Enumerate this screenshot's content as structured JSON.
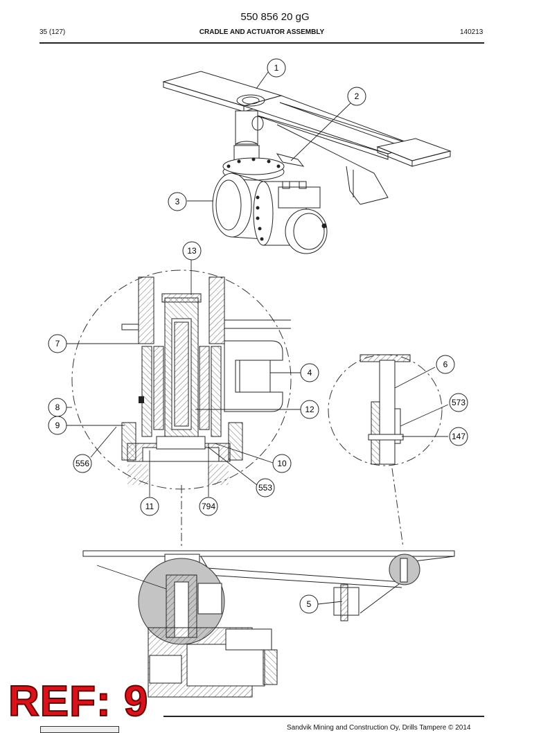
{
  "header": {
    "doc_id": "550 856 20 gG",
    "page": "35 (127)",
    "section": "CRADLE AND ACTUATOR ASSEMBLY",
    "date_code": "140213"
  },
  "footer": {
    "copyright": "Sandvik Mining and Construction Oy, Drills Tampere © 2014"
  },
  "stamp": {
    "label": "REF: 9",
    "color": "#d8131c"
  },
  "callouts": {
    "c1": "1",
    "c2": "2",
    "c3": "3",
    "c4": "4",
    "c5": "5",
    "c6": "6",
    "c7": "7",
    "c8": "8",
    "c9": "9",
    "c10": "10",
    "c11": "11",
    "c12": "12",
    "c13": "13",
    "c147": "147",
    "c553": "553",
    "c556": "556",
    "c573": "573",
    "c794": "794"
  }
}
